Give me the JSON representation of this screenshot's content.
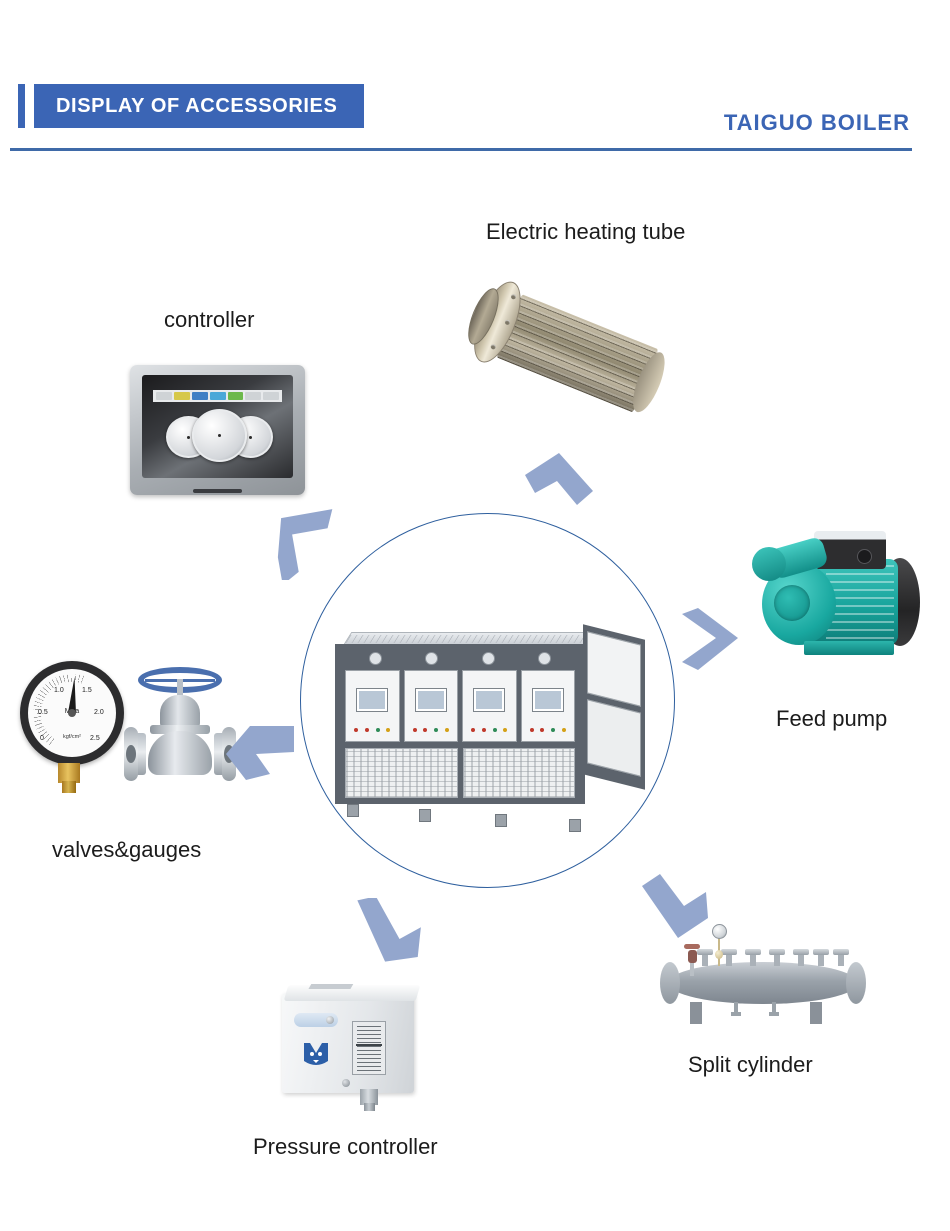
{
  "header": {
    "tag_label": "DISPLAY OF ACCESSORIES",
    "brand": "TAIGUO BOILER",
    "accent_color": "#3b65b5",
    "rule_color": "#3f6aa8"
  },
  "diagram": {
    "center": {
      "name": "electric-boiler",
      "caption": ""
    },
    "nodes": [
      {
        "id": "controller",
        "label": "controller"
      },
      {
        "id": "electric-heating-tube",
        "label": "Electric heating tube"
      },
      {
        "id": "feed-pump",
        "label": "Feed pump"
      },
      {
        "id": "split-cylinder",
        "label": "Split cylinder"
      },
      {
        "id": "pressure-controller",
        "label": "Pressure controller"
      },
      {
        "id": "valves-gauges",
        "label": "valves&gauges"
      }
    ],
    "arrow_color": "#93a6cd",
    "circle_color": "#2e5f9e"
  },
  "parts_detail": {
    "gauge": {
      "unit": "MPa",
      "unit_secondary": "kgf/cm²",
      "scale": [
        "0",
        "0.5",
        "1.0",
        "1.5",
        "2.0",
        "2.5"
      ]
    }
  }
}
